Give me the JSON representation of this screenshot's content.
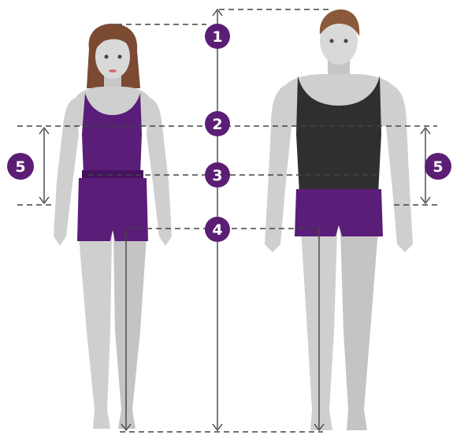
{
  "markers": {
    "m1": "1",
    "m2": "2",
    "m3": "3",
    "m4": "4",
    "m5_left": "5",
    "m5_right": "5"
  },
  "colors": {
    "skin": "#cfcfcf",
    "skin_shadow": "#bdbdbd",
    "purple": "#5a1d78",
    "purple_band": "#45125f",
    "black_top": "#2f2f2f",
    "hair_female": "#7a4a33",
    "hair_male": "#8a5a3b",
    "line": "#444444",
    "badge": "#5b1e74"
  }
}
